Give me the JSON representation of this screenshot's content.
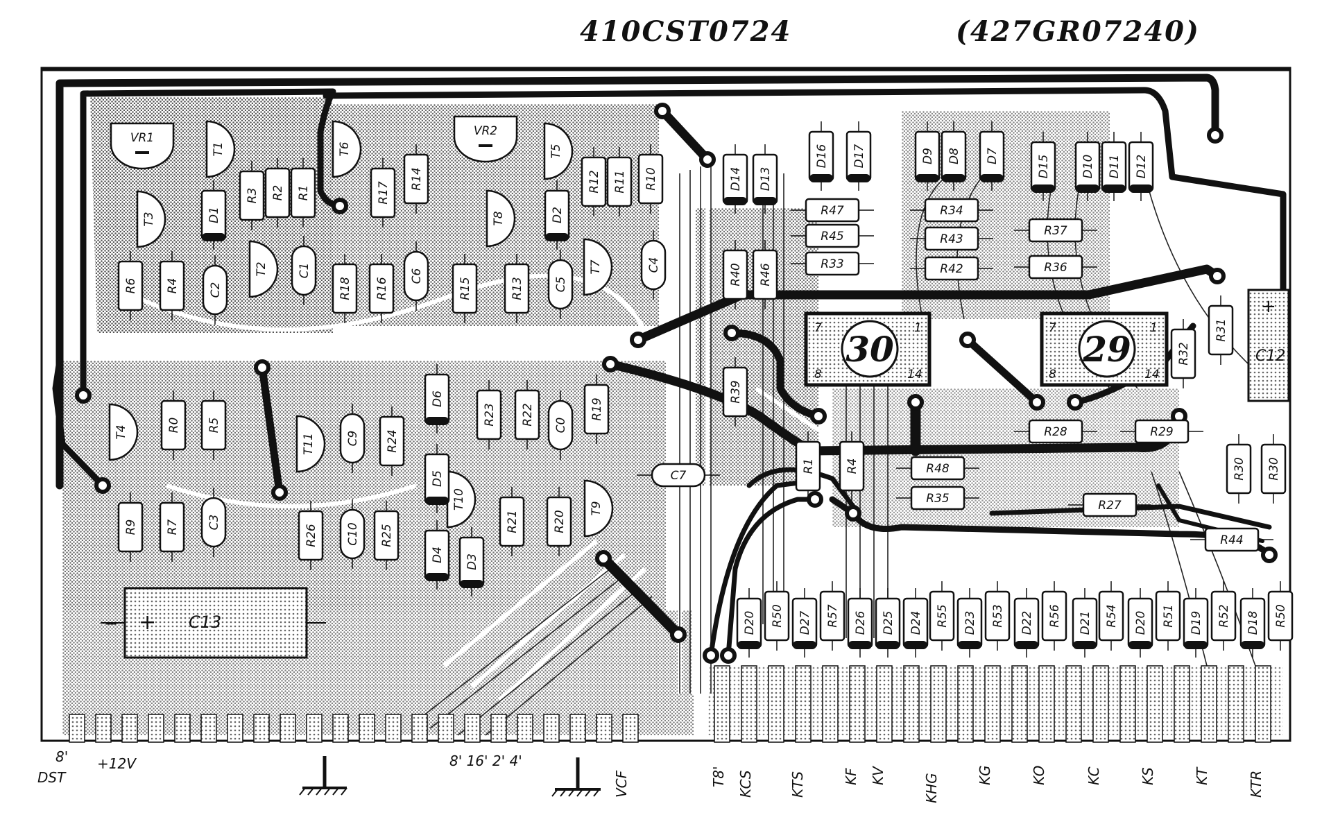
{
  "header": {
    "board_code": "410CST0724",
    "alt_code": "(427GR07240)"
  },
  "ics": [
    {
      "id": "ic30",
      "number": "30",
      "pin_tl": "7",
      "pin_tr": "1",
      "pin_bl": "8",
      "pin_br": "14"
    },
    {
      "id": "ic29",
      "number": "29",
      "pin_tl": "7",
      "pin_tr": "1",
      "pin_bl": "8",
      "pin_br": "14"
    }
  ],
  "big_caps": {
    "c13": "C13",
    "c12": "C12",
    "plus": "+",
    "minus": "−"
  },
  "components": [
    {
      "t": "VR1",
      "k": "vr"
    },
    {
      "t": "VR2",
      "k": "vr"
    },
    {
      "t": "T1",
      "k": "tr"
    },
    {
      "t": "T2",
      "k": "tr"
    },
    {
      "t": "T3",
      "k": "tr"
    },
    {
      "t": "T4",
      "k": "tr"
    },
    {
      "t": "T5",
      "k": "tr"
    },
    {
      "t": "T6",
      "k": "tr"
    },
    {
      "t": "T7",
      "k": "tr"
    },
    {
      "t": "T8",
      "k": "tr"
    },
    {
      "t": "T9",
      "k": "tr"
    },
    {
      "t": "T10",
      "k": "tr"
    },
    {
      "t": "T11",
      "k": "tr"
    },
    {
      "t": "R3",
      "k": "r"
    },
    {
      "t": "R2",
      "k": "r"
    },
    {
      "t": "R1",
      "k": "r"
    },
    {
      "t": "R17",
      "k": "r"
    },
    {
      "t": "R14",
      "k": "r"
    },
    {
      "t": "R12",
      "k": "r"
    },
    {
      "t": "R11",
      "k": "r"
    },
    {
      "t": "R10",
      "k": "r"
    },
    {
      "t": "R6",
      "k": "r"
    },
    {
      "t": "R4",
      "k": "r"
    },
    {
      "t": "R18",
      "k": "r"
    },
    {
      "t": "R16",
      "k": "r"
    },
    {
      "t": "R15",
      "k": "r"
    },
    {
      "t": "R13",
      "k": "r"
    },
    {
      "t": "R0",
      "k": "r"
    },
    {
      "t": "R5",
      "k": "r"
    },
    {
      "t": "R9",
      "k": "r"
    },
    {
      "t": "R7",
      "k": "r"
    },
    {
      "t": "R24",
      "k": "r"
    },
    {
      "t": "R23",
      "k": "r"
    },
    {
      "t": "R22",
      "k": "r"
    },
    {
      "t": "R19",
      "k": "r"
    },
    {
      "t": "R26",
      "k": "r"
    },
    {
      "t": "R25",
      "k": "r"
    },
    {
      "t": "R21",
      "k": "r"
    },
    {
      "t": "R20",
      "k": "r"
    },
    {
      "t": "R40",
      "k": "r"
    },
    {
      "t": "R46",
      "k": "r"
    },
    {
      "t": "R39",
      "k": "r"
    },
    {
      "t": "R47",
      "k": "rh"
    },
    {
      "t": "R45",
      "k": "rh"
    },
    {
      "t": "R33",
      "k": "rh"
    },
    {
      "t": "R34",
      "k": "rh"
    },
    {
      "t": "R43",
      "k": "rh"
    },
    {
      "t": "R42",
      "k": "rh"
    },
    {
      "t": "R37",
      "k": "rh"
    },
    {
      "t": "R36",
      "k": "rh"
    },
    {
      "t": "R28",
      "k": "rh"
    },
    {
      "t": "R29",
      "k": "rh"
    },
    {
      "t": "R48",
      "k": "rh"
    },
    {
      "t": "R35",
      "k": "rh"
    },
    {
      "t": "R27",
      "k": "rh"
    },
    {
      "t": "R44",
      "k": "rh"
    },
    {
      "t": "R31",
      "k": "r"
    },
    {
      "t": "R32",
      "k": "r"
    },
    {
      "t": "R30",
      "k": "r"
    },
    {
      "t": "R30",
      "k": "r"
    },
    {
      "t": "R1",
      "k": "r"
    },
    {
      "t": "R4",
      "k": "r"
    },
    {
      "t": "C1",
      "k": "c"
    },
    {
      "t": "C2",
      "k": "c"
    },
    {
      "t": "C6",
      "k": "c"
    },
    {
      "t": "C5",
      "k": "c"
    },
    {
      "t": "C4",
      "k": "c"
    },
    {
      "t": "C9",
      "k": "c"
    },
    {
      "t": "C0",
      "k": "c"
    },
    {
      "t": "C3",
      "k": "c"
    },
    {
      "t": "C10",
      "k": "c"
    },
    {
      "t": "C7",
      "k": "ch"
    },
    {
      "t": "D1",
      "k": "d"
    },
    {
      "t": "D2",
      "k": "d"
    },
    {
      "t": "D6",
      "k": "d"
    },
    {
      "t": "D5",
      "k": "d"
    },
    {
      "t": "D4",
      "k": "d"
    },
    {
      "t": "D3",
      "k": "d"
    },
    {
      "t": "D14",
      "k": "d"
    },
    {
      "t": "D13",
      "k": "d"
    },
    {
      "t": "D16",
      "k": "d"
    },
    {
      "t": "D17",
      "k": "d"
    },
    {
      "t": "D9",
      "k": "d"
    },
    {
      "t": "D8",
      "k": "d"
    },
    {
      "t": "D7",
      "k": "d"
    },
    {
      "t": "D15",
      "k": "d"
    },
    {
      "t": "D10",
      "k": "d"
    },
    {
      "t": "D11",
      "k": "d"
    },
    {
      "t": "D12",
      "k": "d"
    },
    {
      "t": "D20",
      "k": "d"
    },
    {
      "t": "R50",
      "k": "r"
    },
    {
      "t": "D27",
      "k": "d"
    },
    {
      "t": "R57",
      "k": "r"
    },
    {
      "t": "D26",
      "k": "d"
    },
    {
      "t": "D25",
      "k": "d"
    },
    {
      "t": "D24",
      "k": "d"
    },
    {
      "t": "R55",
      "k": "r"
    },
    {
      "t": "D23",
      "k": "d"
    },
    {
      "t": "R53",
      "k": "r"
    },
    {
      "t": "D22",
      "k": "d"
    },
    {
      "t": "R56",
      "k": "r"
    },
    {
      "t": "D21",
      "k": "d"
    },
    {
      "t": "R54",
      "k": "r"
    },
    {
      "t": "D20",
      "k": "d"
    },
    {
      "t": "R51",
      "k": "r"
    },
    {
      "t": "D19",
      "k": "d"
    },
    {
      "t": "R52",
      "k": "r"
    },
    {
      "t": "D18",
      "k": "d"
    },
    {
      "t": "R50",
      "k": "r"
    }
  ],
  "bottom_labels": {
    "b8": "8'",
    "dst": "DST",
    "v12": "+12V",
    "feet": "8' 16' 2' 4'",
    "vcf": "VCF",
    "t8": "T8'",
    "kcs": "KCS",
    "kts": "KTS",
    "kf": "KF",
    "kv": "KV",
    "khg": "KHG",
    "kg": "KG",
    "ko": "KO",
    "kc": "KC",
    "ks": "KS",
    "kt": "KT",
    "ktr": "KTR"
  }
}
